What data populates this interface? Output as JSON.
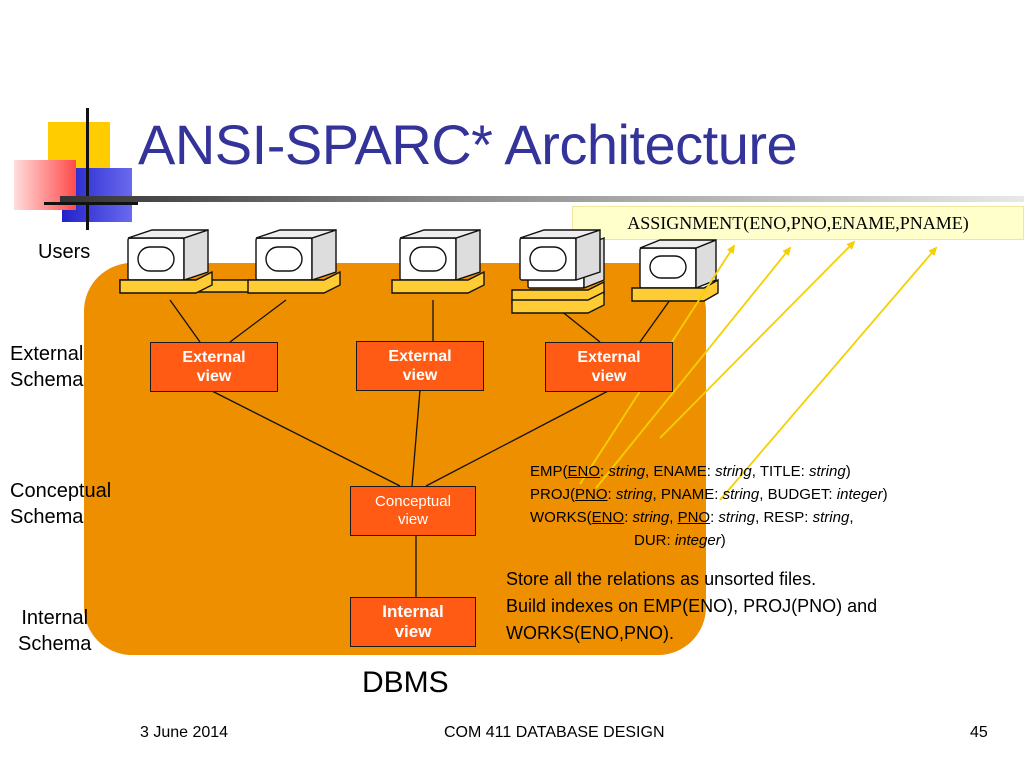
{
  "slide": {
    "title": "ANSI-SPARC* Architecture",
    "assignment_relation": "ASSIGNMENT(ENO,PNO,ENAME,PNAME)",
    "levels": {
      "users": "Users",
      "external": "External\nSchema",
      "conceptual": "Conceptual\nSchema",
      "internal": "Internal\nSchema"
    },
    "boxes": {
      "external_views": [
        "External\nview",
        "External\nview",
        "External\nview"
      ],
      "conceptual_view": "Conceptual\nview",
      "internal_view": "Internal\nview"
    },
    "schema": {
      "emp": {
        "name": "EMP(",
        "key": "ENO",
        "f1": ": ",
        "t1": "string",
        "f2": ", ENAME: ",
        "t2": "string",
        "f3": ", TITLE: ",
        "t3": "string",
        "end": ")"
      },
      "proj": {
        "name": "PROJ(",
        "key": "PNO",
        "f1": ": ",
        "t1": "string",
        "f2": ", PNAME: ",
        "t2": "string",
        "f3": ", BUDGET: ",
        "t3": "integer",
        "end": ")"
      },
      "works": {
        "name": "WORKS(",
        "key1": "ENO",
        "f1": ": ",
        "t1": "string",
        "sep": ", ",
        "key2": "PNO",
        "f2": ": ",
        "t2": "string",
        "f3": ", RESP: ",
        "t3": "string",
        "f4": ",",
        "f5": "DUR: ",
        "t5": "integer",
        "end": ")"
      }
    },
    "storage_note": [
      "Store all the relations as unsorted files.",
      "Build indexes on EMP(ENO), PROJ(PNO) and",
      "WORKS(ENO,PNO)."
    ],
    "dbms_label": "DBMS",
    "footer": {
      "date": "3 June 2014",
      "course": "COM 411 DATABASE DESIGN",
      "page": "45"
    },
    "colors": {
      "title": "#333399",
      "panel": "#ee8f00",
      "box": "#ff5b14",
      "arrow": "#f5d000",
      "highlight": "#ffffcc"
    }
  }
}
